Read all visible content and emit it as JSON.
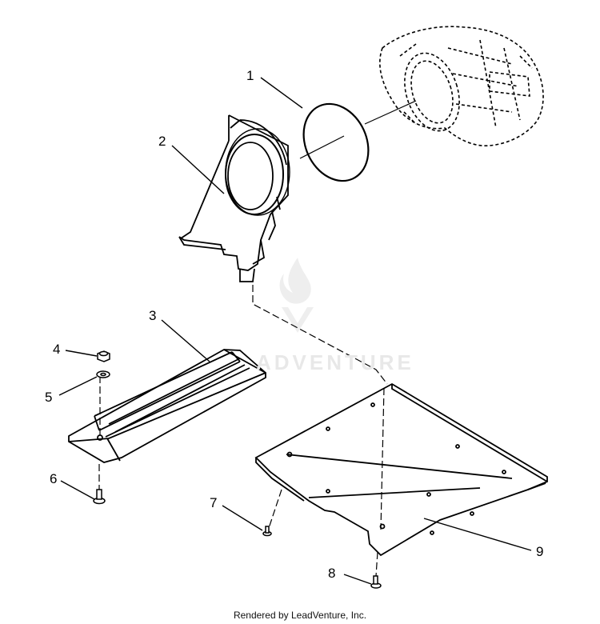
{
  "callouts": [
    {
      "label": "1"
    },
    {
      "label": "2"
    },
    {
      "label": "3"
    },
    {
      "label": "4"
    },
    {
      "label": "5"
    },
    {
      "label": "6"
    },
    {
      "label": "7"
    },
    {
      "label": "8"
    },
    {
      "label": "9"
    }
  ],
  "watermark": {
    "text": "ADVENTURE"
  },
  "footer": {
    "text": "Rendered by LeadVenture, Inc."
  }
}
